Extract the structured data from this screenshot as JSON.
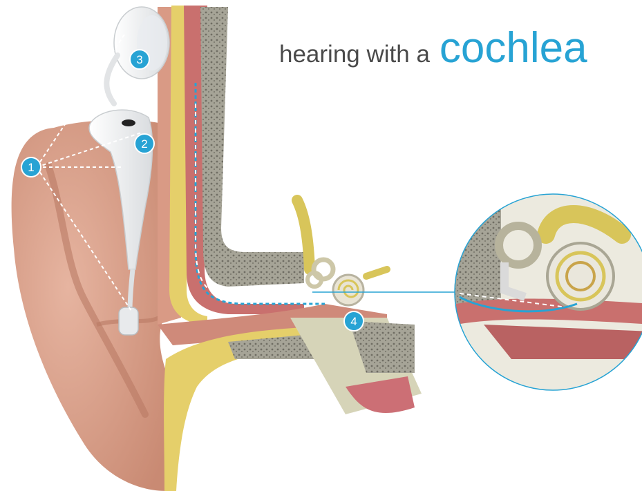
{
  "title": {
    "prefix": "hearing with a",
    "highlight": "cochlea"
  },
  "markers": [
    {
      "label": "1"
    },
    {
      "label": "2"
    },
    {
      "label": "3"
    },
    {
      "label": "4"
    }
  ],
  "colors": {
    "accent": "#27a3d4",
    "skin": "#d9a089",
    "fat": "#e8d06a",
    "muscle": "#c96b6b",
    "bone": "#8c8a7e",
    "device": "#f4f4f4"
  }
}
